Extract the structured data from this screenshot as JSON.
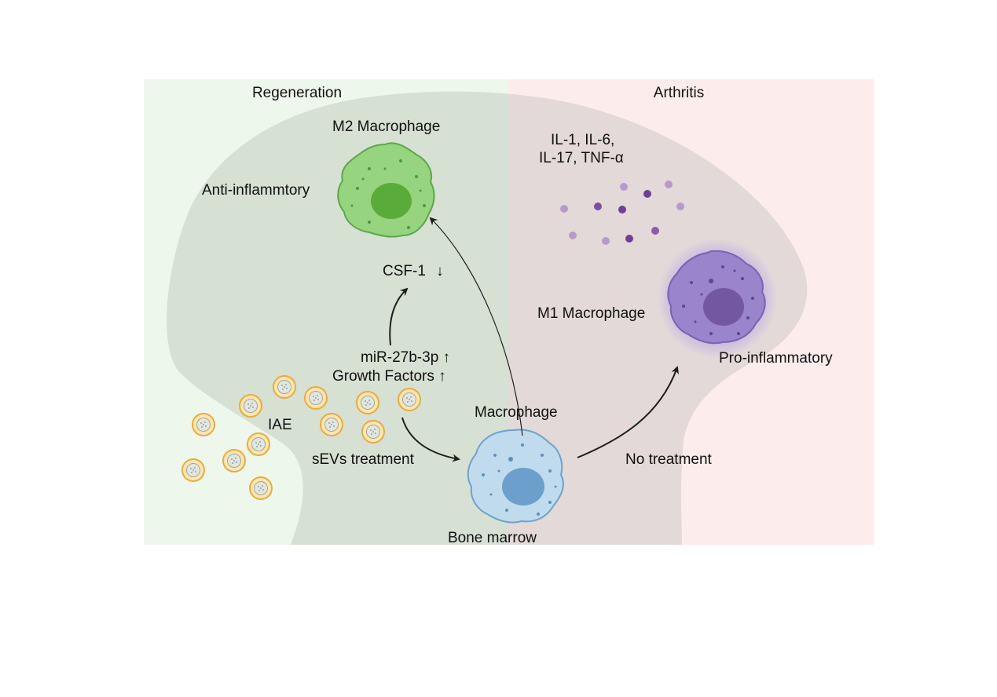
{
  "panels": {
    "left_title": "Regeneration",
    "right_title": "Arthritis"
  },
  "labels": {
    "m2_macrophage": "M2 Macrophage",
    "anti_inflammatory": "Anti-inflammtory",
    "csf1": "CSF-1 ↓",
    "mir": "miR-27b-3p ↑",
    "growth_factors": "Growth Factors ↑",
    "iae": "IAE",
    "sevs_treatment": "sEVs treatment",
    "macrophage": "Macrophage",
    "bone_marrow": "Bone marrow",
    "cytokines_line1": "IL-1, IL-6,",
    "cytokines_line2": "IL-17, TNF-α",
    "m1_macrophage": "M1 Macrophage",
    "pro_inflammatory": "Pro-inflammatory",
    "no_treatment": "No treatment"
  },
  "colors": {
    "regeneration_bg": "#eef7ec",
    "arthritis_bg": "#fcedec",
    "m2_cell": "#8fd07a",
    "m0_cell": "#bcd9ec",
    "m1_cell": "#9b86cc",
    "vesicle": "#f0b94a"
  }
}
